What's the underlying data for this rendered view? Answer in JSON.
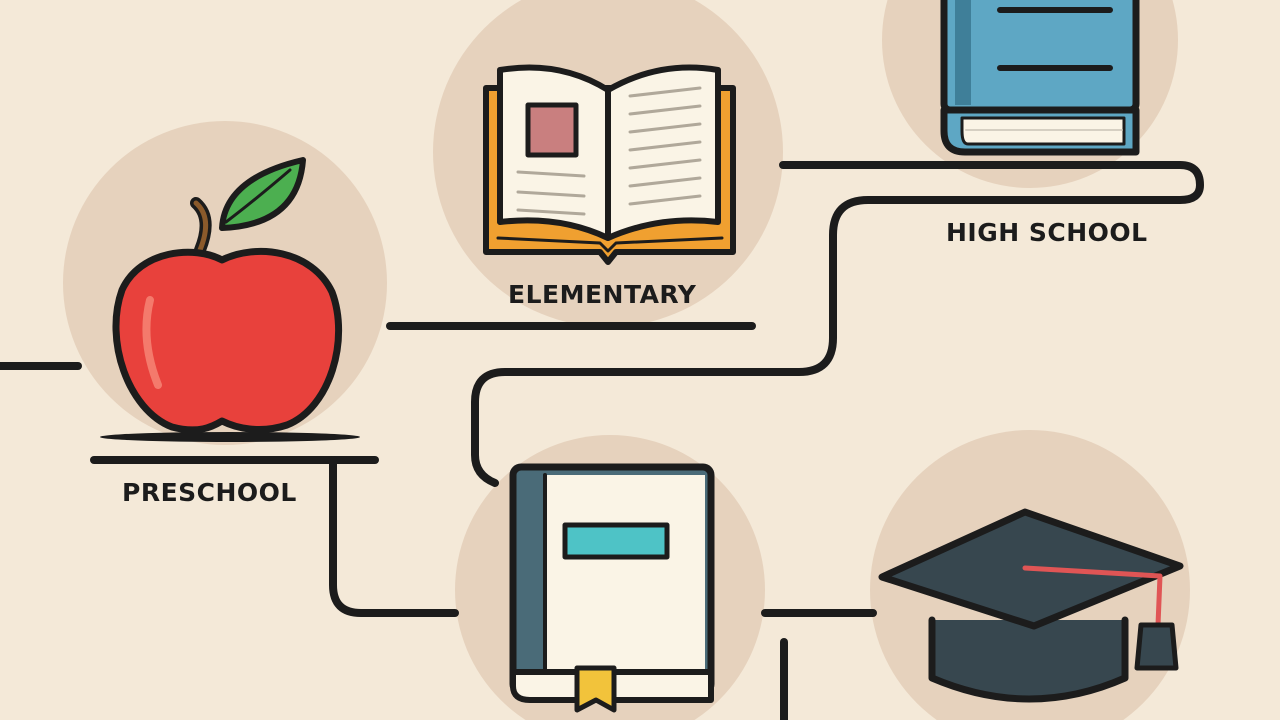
{
  "background_color": "#f4e9d8",
  "stages": [
    {
      "key": "preschool",
      "label": "PRESCHOOL",
      "icon": "apple-icon"
    },
    {
      "key": "elementary",
      "label": "ELEMENTARY",
      "icon": "open-book-icon"
    },
    {
      "key": "high_school",
      "label": "HIGH SCHOOL",
      "icon": "book-stack-icon"
    },
    {
      "key": "middle",
      "label": "",
      "icon": "closed-book-icon"
    },
    {
      "key": "graduation",
      "label": "",
      "icon": "graduation-cap-icon"
    }
  ],
  "colors": {
    "circle": "#e6d2bd",
    "line": "#1c1c1c",
    "apple": "#e8413c",
    "leaf": "#4caf50",
    "book_teal": "#4ec3c6",
    "book_cover": "#5ea7c4",
    "cap": "#37474f",
    "tassel": "#e05555",
    "bookmark": "#f2c33b",
    "book_orange": "#f0a030"
  }
}
